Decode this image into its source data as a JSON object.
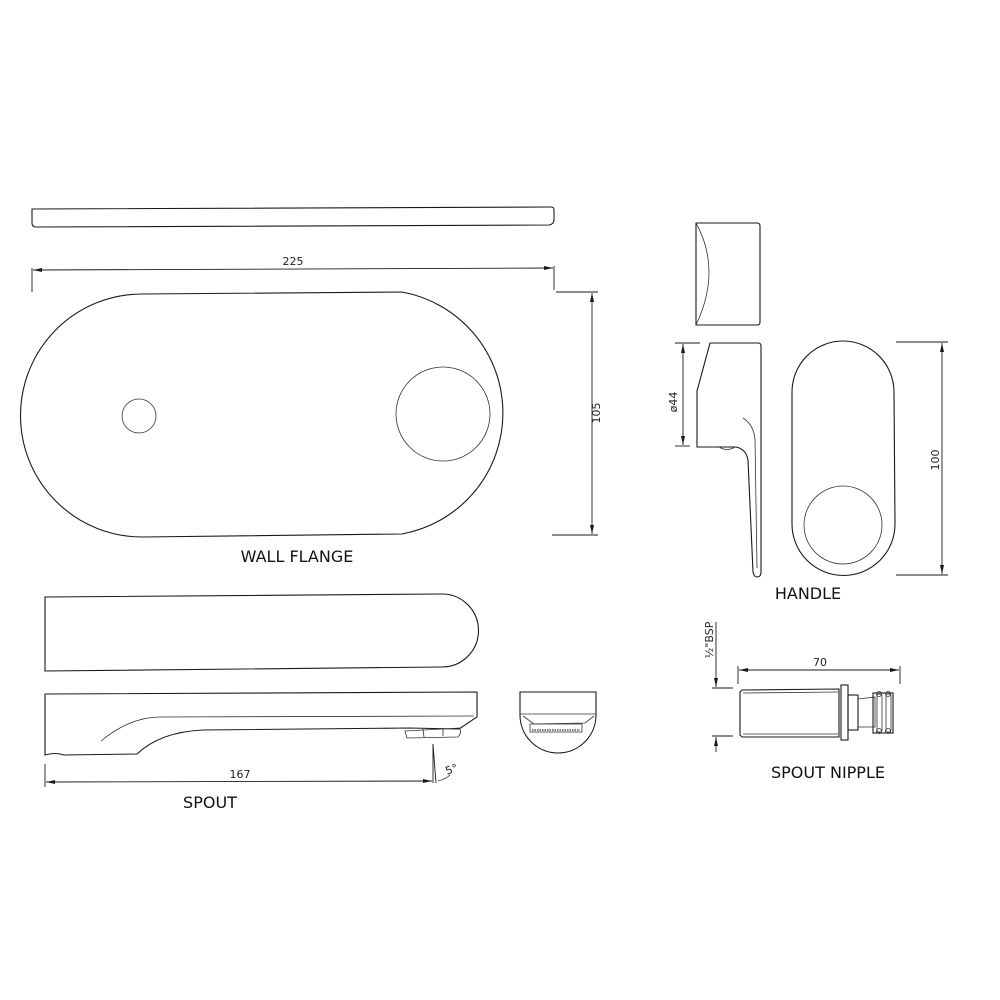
{
  "diagram": {
    "type": "technical-drawing",
    "subject": "wall-mounted bath spout and mixer components",
    "parts": [
      {
        "id": "wall_flange",
        "label": "WALL FLANGE",
        "dimensions": {
          "width": "225",
          "height": "105"
        }
      },
      {
        "id": "handle",
        "label": "HANDLE",
        "dimensions": {
          "diameter": "ø44",
          "height": "100"
        }
      },
      {
        "id": "spout",
        "label": "SPOUT",
        "dimensions": {
          "length": "167",
          "angle": "5°"
        }
      },
      {
        "id": "spout_nipple",
        "label": "SPOUT NIPPLE",
        "dimensions": {
          "length": "70",
          "thread": "½\"BSP"
        }
      }
    ]
  },
  "labels": {
    "wall_flange": "WALL FLANGE",
    "handle": "HANDLE",
    "spout": "SPOUT",
    "spout_nipple": "SPOUT NIPPLE"
  },
  "dimensions": {
    "flange_width": "225",
    "flange_height": "105",
    "handle_diameter": "ø44",
    "handle_height": "100",
    "spout_length": "167",
    "spout_angle": "5°",
    "nipple_length": "70",
    "nipple_thread": "½\"BSP"
  }
}
